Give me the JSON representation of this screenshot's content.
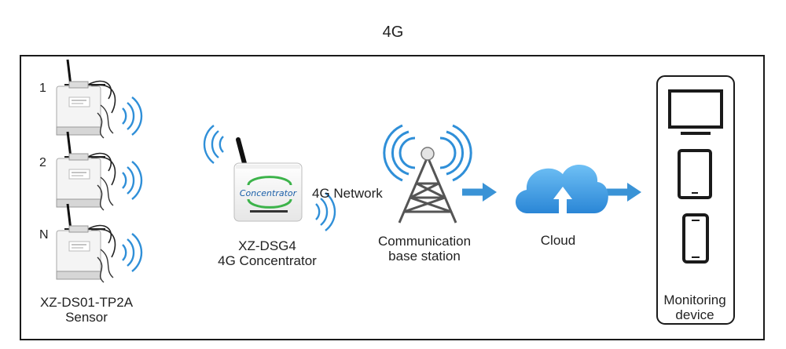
{
  "title": "4G",
  "sensors": {
    "indices": [
      "1",
      "2",
      "N"
    ],
    "model": "XZ-DS01-TP2A",
    "name": "Sensor"
  },
  "concentrator": {
    "device_text": "Concentrator",
    "model": "XZ-DSG4",
    "name": "4G Concentrator"
  },
  "network_label": "4G Network",
  "base_station": {
    "line1": "Communication",
    "line2": "base station"
  },
  "cloud": {
    "label": "Cloud"
  },
  "monitoring": {
    "line1": "Monitoring",
    "line2": "device"
  },
  "icons": [
    "sensor-device-icon",
    "wifi-waves-icon",
    "concentrator-icon",
    "tower-icon",
    "arrow-icon",
    "cloud-icon",
    "monitor-icon",
    "tablet-icon",
    "phone-icon"
  ],
  "colors": {
    "accent": "#2f8fd8",
    "arrow": "#3a93d6",
    "cloud": "#3a9be6",
    "frame": "#1a1a1a",
    "tower": "#555555"
  }
}
